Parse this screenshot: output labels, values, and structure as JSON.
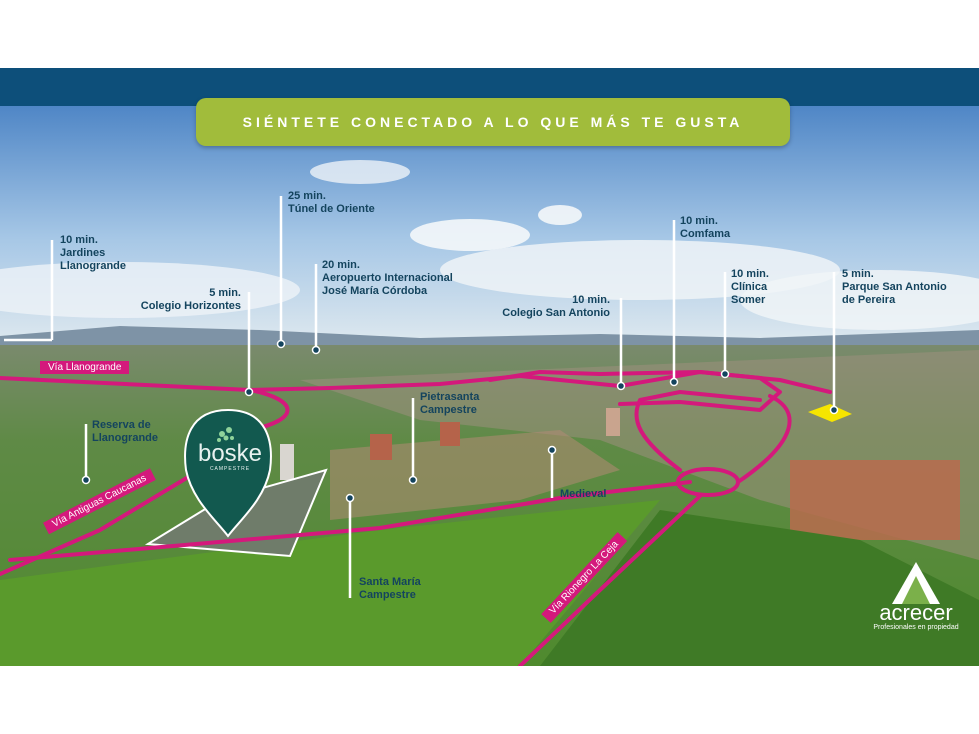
{
  "header": {
    "slogan": "SIÉNTETE CONECTADO A LO QUE MÁS TE GUSTA"
  },
  "colors": {
    "banner": "#0d4f7a",
    "pill": "#a1bc3b",
    "road": "#d4197c",
    "label_text": "#14445e",
    "pin": "#12594f"
  },
  "points_of_interest": [
    {
      "time": "10 min.",
      "line1": "Jardines",
      "line2": "Llanogrande"
    },
    {
      "time": "25 min.",
      "line1": "Túnel de Oriente",
      "line2": ""
    },
    {
      "time": "5 min.",
      "line1": "Colegio Horizontes",
      "line2": ""
    },
    {
      "time": "20 min.",
      "line1": "Aeropuerto Internacional",
      "line2": "José María Córdoba"
    },
    {
      "time": "10 min.",
      "line1": "Colegio San Antonio",
      "line2": ""
    },
    {
      "time": "10 min.",
      "line1": "Comfama",
      "line2": ""
    },
    {
      "time": "10 min.",
      "line1": "Clínica",
      "line2": "Somer"
    },
    {
      "time": "5 min.",
      "line1": "Parque San Antonio",
      "line2": "de Pereira"
    }
  ],
  "landmarks": [
    {
      "line1": "Reserva de",
      "line2": "Llanogrande"
    },
    {
      "line1": "Pietrasanta",
      "line2": "Campestre"
    },
    {
      "line1": "Medieval",
      "line2": ""
    },
    {
      "line1": "Santa María",
      "line2": "Campestre"
    }
  ],
  "roads": [
    "Vía Llanogrande",
    "Vía Antiguas Caucanas",
    "Vía Rionegro La Ceja"
  ],
  "project": {
    "name": "boske",
    "subtitle": "CAMPESTRE"
  },
  "brand": {
    "name": "acrecer",
    "tagline": "Profesionales en propiedad"
  }
}
